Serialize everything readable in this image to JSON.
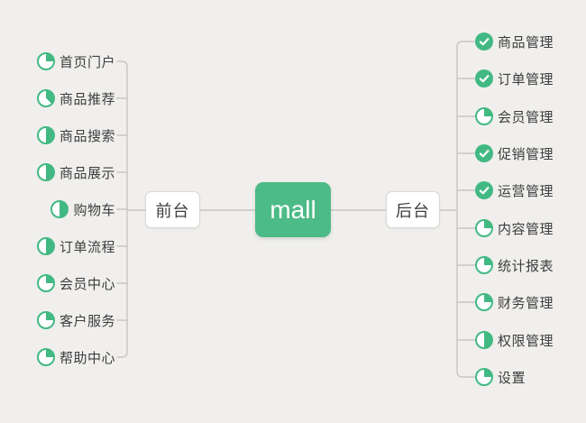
{
  "colors": {
    "background": "#f0efed",
    "accent_green": "#42b983",
    "root_node_green": "#4dbb87",
    "connector_line": "#c7c6c4",
    "node_border": "#d9d8d5",
    "text": "#3d3d3d"
  },
  "root": {
    "label": "mall"
  },
  "branches": [
    {
      "label": "前台",
      "side": "left",
      "items": [
        {
          "label": "首页门户",
          "icon": "pie-progress-icon",
          "progress": 0.25
        },
        {
          "label": "商品推荐",
          "icon": "pie-progress-icon",
          "progress": 0.375
        },
        {
          "label": "商品搜索",
          "icon": "pie-progress-icon",
          "progress": 0.5
        },
        {
          "label": "商品展示",
          "icon": "pie-progress-icon",
          "progress": 0.5
        },
        {
          "label": "购物车",
          "icon": "pie-progress-icon",
          "progress": 0.5
        },
        {
          "label": "订单流程",
          "icon": "pie-progress-icon",
          "progress": 0.5
        },
        {
          "label": "会员中心",
          "icon": "pie-progress-icon",
          "progress": 0.25
        },
        {
          "label": "客户服务",
          "icon": "pie-progress-icon",
          "progress": 0.25
        },
        {
          "label": "帮助中心",
          "icon": "pie-progress-icon",
          "progress": 0.25
        }
      ]
    },
    {
      "label": "后台",
      "side": "right",
      "items": [
        {
          "label": "商品管理",
          "icon": "check-circle-icon",
          "status": "done"
        },
        {
          "label": "订单管理",
          "icon": "check-circle-icon",
          "status": "done"
        },
        {
          "label": "会员管理",
          "icon": "pie-progress-icon",
          "progress": 0.25
        },
        {
          "label": "促销管理",
          "icon": "check-circle-icon",
          "status": "done"
        },
        {
          "label": "运营管理",
          "icon": "check-circle-icon",
          "status": "done"
        },
        {
          "label": "内容管理",
          "icon": "pie-progress-icon",
          "progress": 0.25
        },
        {
          "label": "统计报表",
          "icon": "pie-progress-icon",
          "progress": 0.25
        },
        {
          "label": "财务管理",
          "icon": "pie-progress-icon",
          "progress": 0.25
        },
        {
          "label": "权限管理",
          "icon": "pie-progress-icon",
          "progress": 0.5
        },
        {
          "label": "设置",
          "icon": "pie-progress-icon",
          "progress": 0.25
        }
      ]
    }
  ]
}
